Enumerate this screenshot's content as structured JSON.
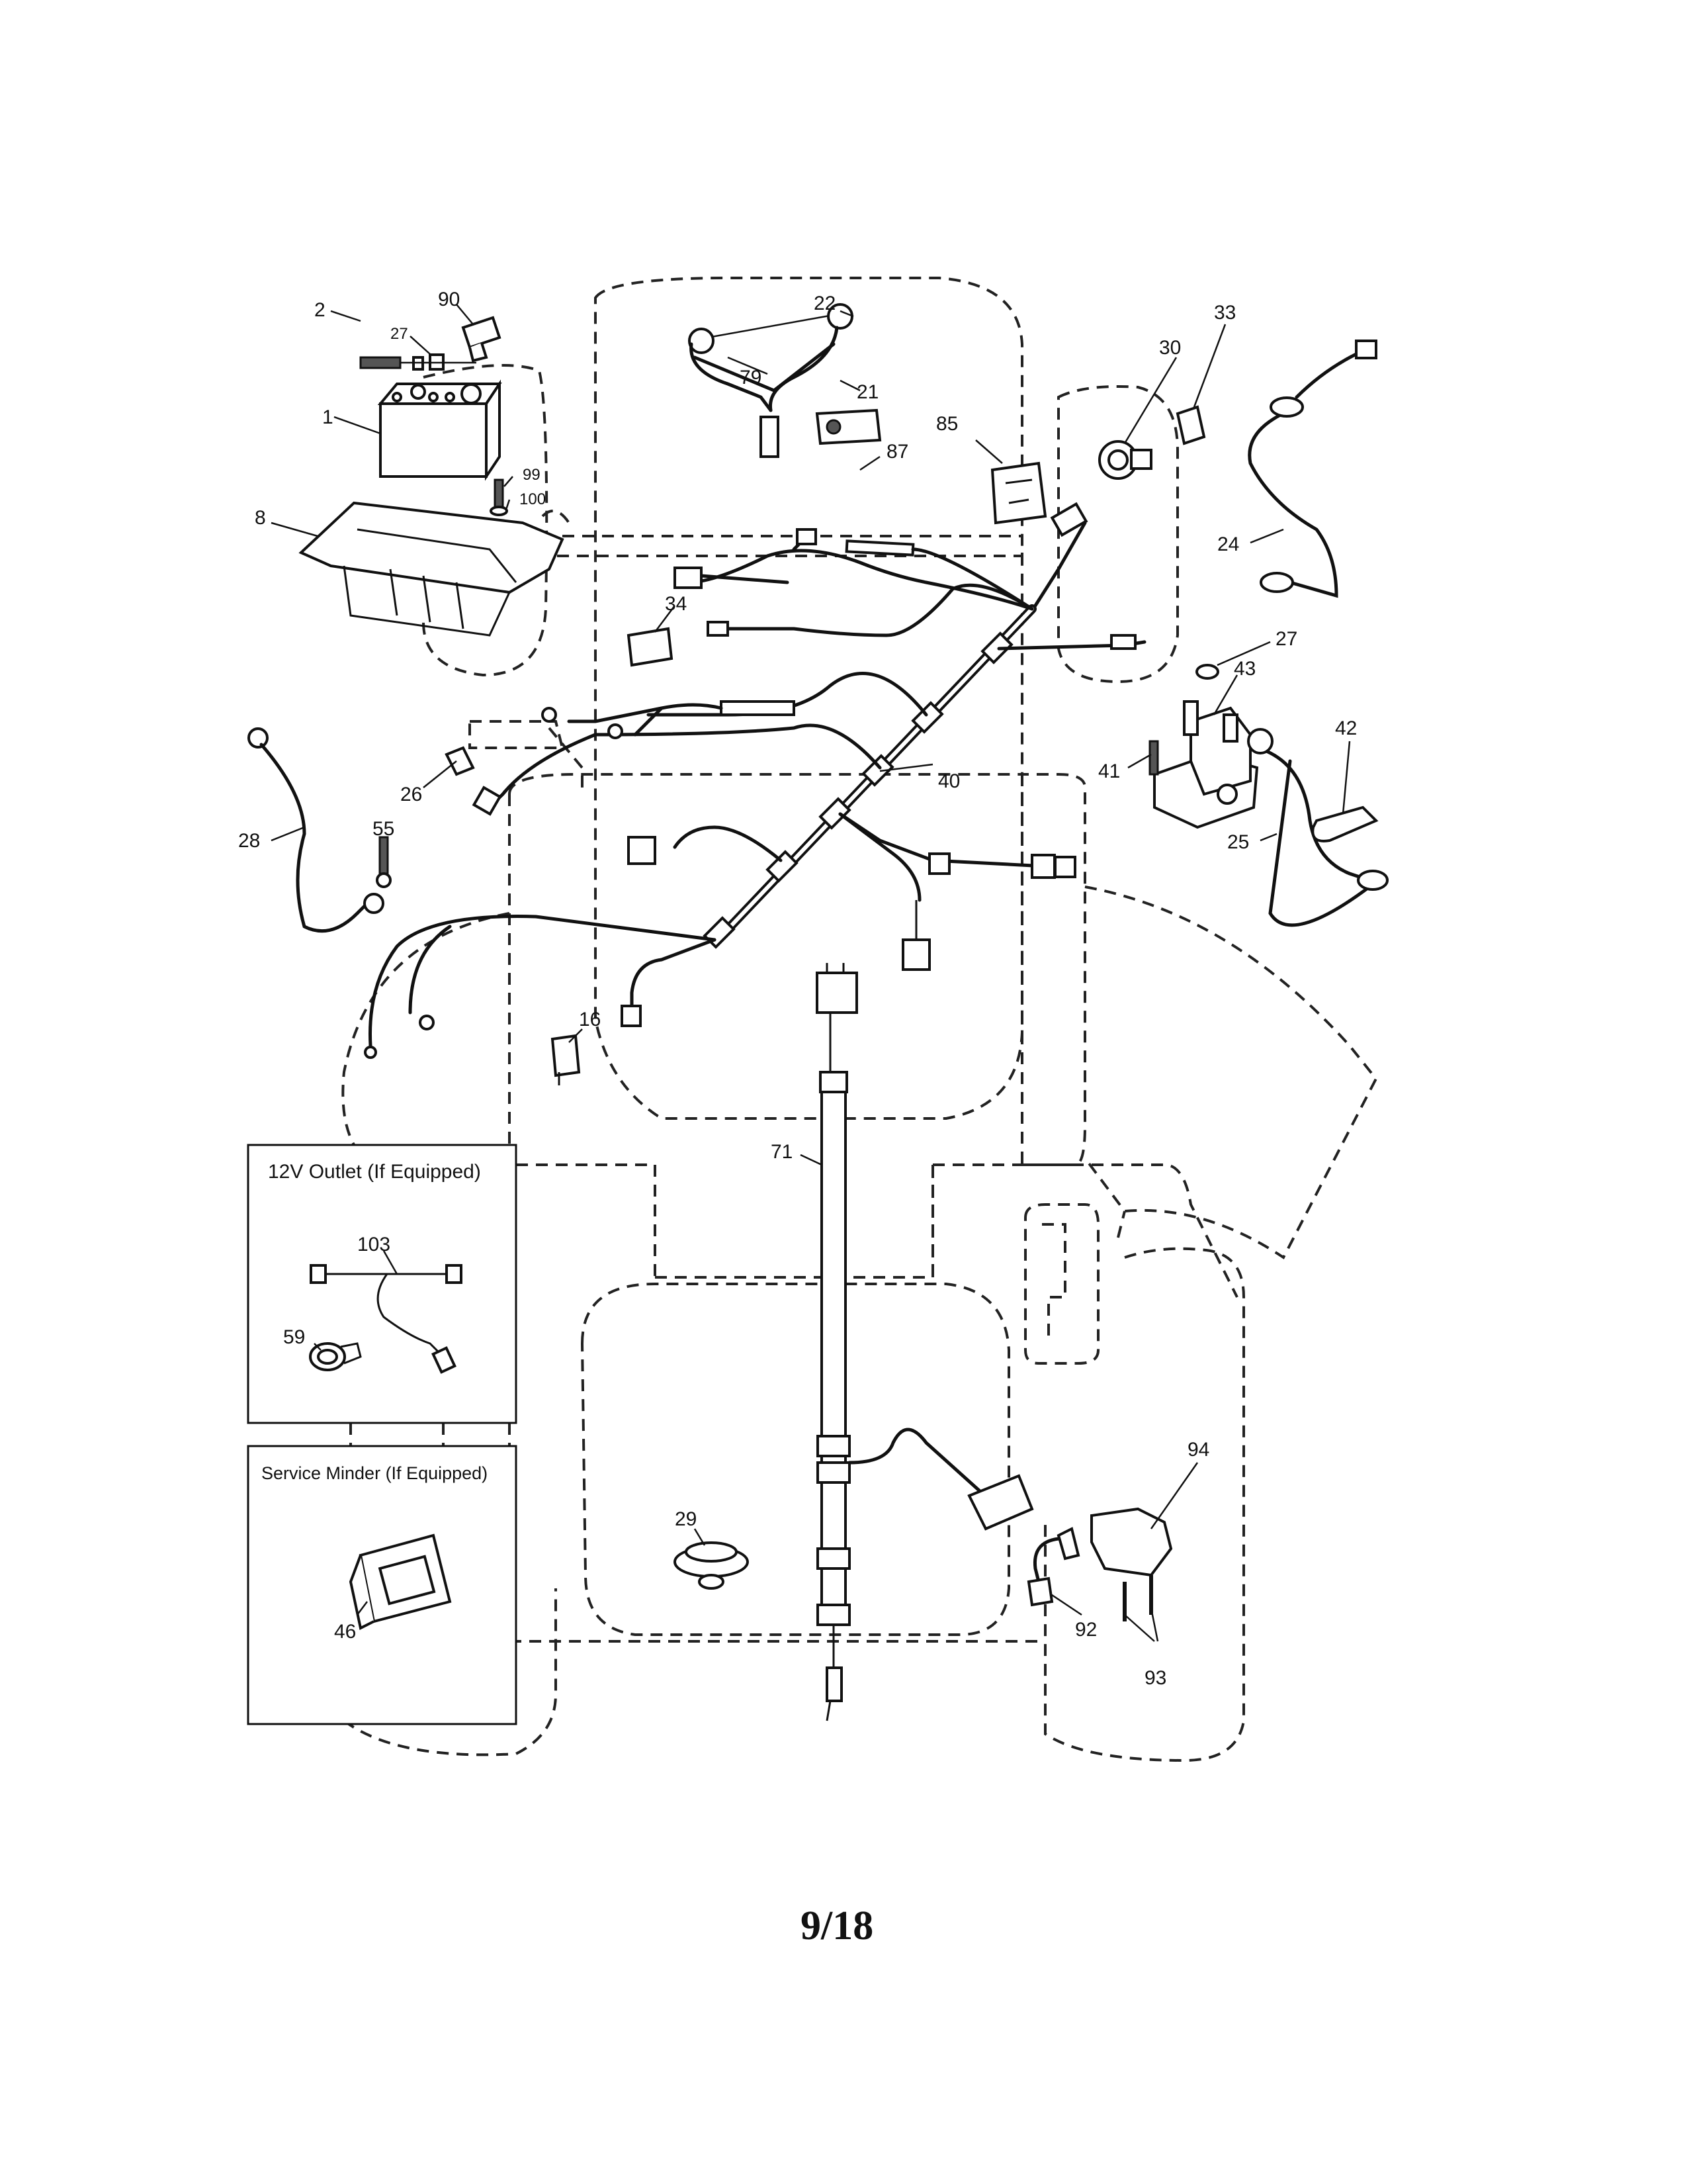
{
  "page_number": "9/18",
  "insets": {
    "outlet_title": "12V Outlet (If Equipped)",
    "minder_title": "Service Minder (If Equipped)"
  },
  "callouts": {
    "c90": "90",
    "c2": "2",
    "c27a": "27",
    "c1": "1",
    "c99": "99",
    "c100": "100",
    "c8": "8",
    "c22": "22",
    "c79": "79",
    "c21": "21",
    "c87": "87",
    "c85": "85",
    "c30": "30",
    "c33": "33",
    "c24": "24",
    "c34": "34",
    "c27b": "27",
    "c43": "43",
    "c41": "41",
    "c42": "42",
    "c40": "40",
    "c26": "26",
    "c28": "28",
    "c55": "55",
    "c25": "25",
    "c16": "16",
    "c71": "71",
    "c103": "103",
    "c59": "59",
    "c46": "46",
    "c29": "29",
    "c94": "94",
    "c92": "92",
    "c93": "93"
  }
}
